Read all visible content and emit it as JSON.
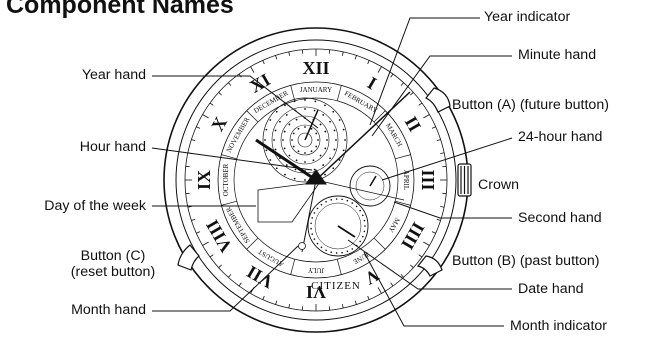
{
  "title": "Component Names",
  "brand": "CITIZEN",
  "labels": {
    "year_indicator": "Year indicator",
    "minute_hand": "Minute hand",
    "year_hand": "Year hand",
    "button_a": "Button (A) (future button)",
    "hour_hand": "Hour hand",
    "hour24_hand": "24-hour hand",
    "crown": "Crown",
    "day_of_week": "Day of the week",
    "second_hand": "Second hand",
    "button_c_line1": "Button (C)",
    "button_c_line2": "(reset button)",
    "button_b": "Button (B) (past button)",
    "date_hand": "Date hand",
    "month_hand": "Month hand",
    "month_indicator": "Month indicator"
  },
  "roman_numerals": [
    "XII",
    "I",
    "II",
    "III",
    "IIII",
    "V",
    "VI",
    "VII",
    "VIII",
    "IX",
    "X",
    "XI"
  ],
  "months": [
    "JANUARY",
    "FEBRUARY",
    "MARCH",
    "APRIL",
    "MAY",
    "JUNE",
    "JULY",
    "AUGUST",
    "SEPTEMBER",
    "OCTOBER",
    "NOVEMBER",
    "DECEMBER"
  ],
  "colors": {
    "ink": "#111111",
    "background": "#ffffff"
  }
}
